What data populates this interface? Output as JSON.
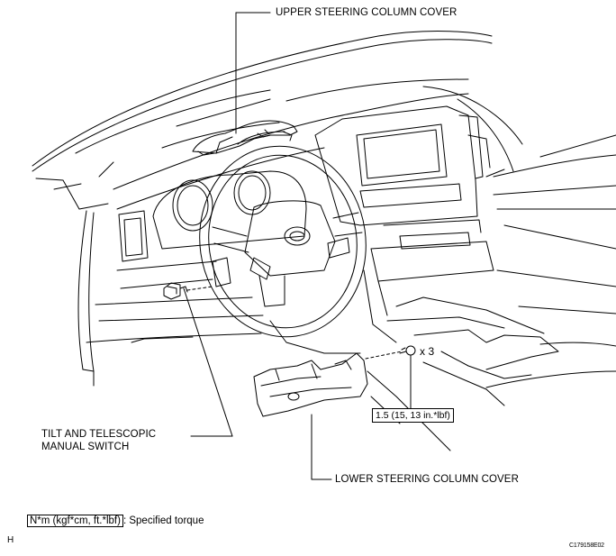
{
  "labels": {
    "upper_cover": "UPPER STEERING COLUMN COVER",
    "tilt_switch_line1": "TILT AND TELESCOPIC",
    "tilt_switch_line2": "MANUAL SWITCH",
    "lower_cover": "LOWER STEERING COLUMN COVER",
    "screw_quantity": "x 3"
  },
  "torque_spec": "1.5 (15, 13 in.*lbf)",
  "legend": {
    "unit_box": "N*m (kgf*cm, ft.*lbf)",
    "description": ": Specified torque"
  },
  "corner_mark": "H",
  "figure_code": "C179158E02"
}
